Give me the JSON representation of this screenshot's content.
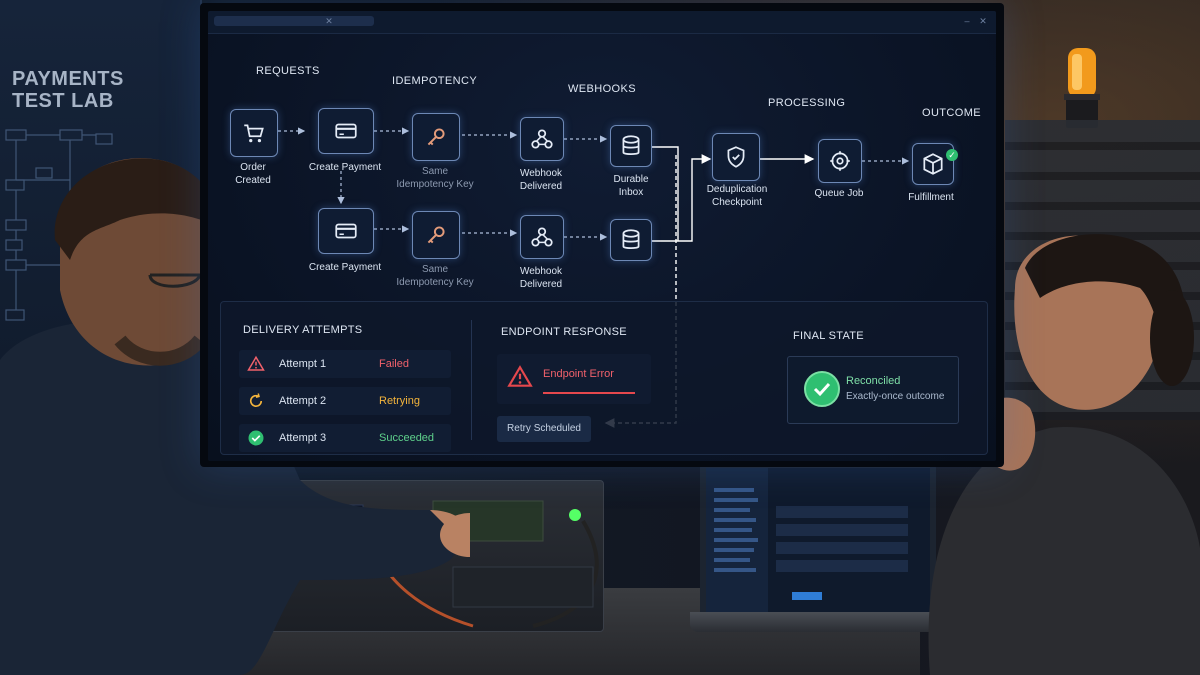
{
  "whiteboard": {
    "title": "PAYMENTS TEST LAB"
  },
  "stages": {
    "requests": "REQUESTS",
    "idempotency": "IDEMPOTENCY",
    "webhooks": "WEBHOOKS",
    "processing": "PROCESSING",
    "outcome": "OUTCOME"
  },
  "flow": {
    "top": {
      "order_created": "Order\nCreated",
      "create_payment": "Create Payment",
      "idempotency_key": "Same\nIdempotency Key",
      "webhook_delivered": "Webhook\nDelivered",
      "durable_inbox": "Durable\nInbox",
      "dedup_checkpoint": "Deduplication\nCheckpoint",
      "queue_job": "Queue Job",
      "fulfillment": "Fulfillment"
    },
    "bottom": {
      "create_payment": "Create Payment",
      "idempotency_key": "Same\nIdempotency Key",
      "webhook_delivered": "Webhook\nDelivered"
    }
  },
  "delivery": {
    "heading": "DELIVERY ATTEMPTS",
    "attempts": [
      {
        "label": "Attempt 1",
        "status": "Failed",
        "color": "#f0616b",
        "icon": "warning-icon"
      },
      {
        "label": "Attempt 2",
        "status": "Retrying",
        "color": "#f3b43c",
        "icon": "retry-icon"
      },
      {
        "label": "Attempt 3",
        "status": "Succeeded",
        "color": "#5fd18c",
        "icon": "check-icon"
      }
    ]
  },
  "endpoint": {
    "heading": "ENDPOINT RESPONSE",
    "error": "Endpoint Error",
    "retry": "Retry Scheduled"
  },
  "final_state": {
    "heading": "FINAL STATE",
    "title": "Reconciled",
    "subtitle": "Exactly-once outcome"
  },
  "colors": {
    "accent": "#6d88b5",
    "success": "#2fbf71",
    "error": "#e5484d",
    "warning": "#f3b43c"
  }
}
